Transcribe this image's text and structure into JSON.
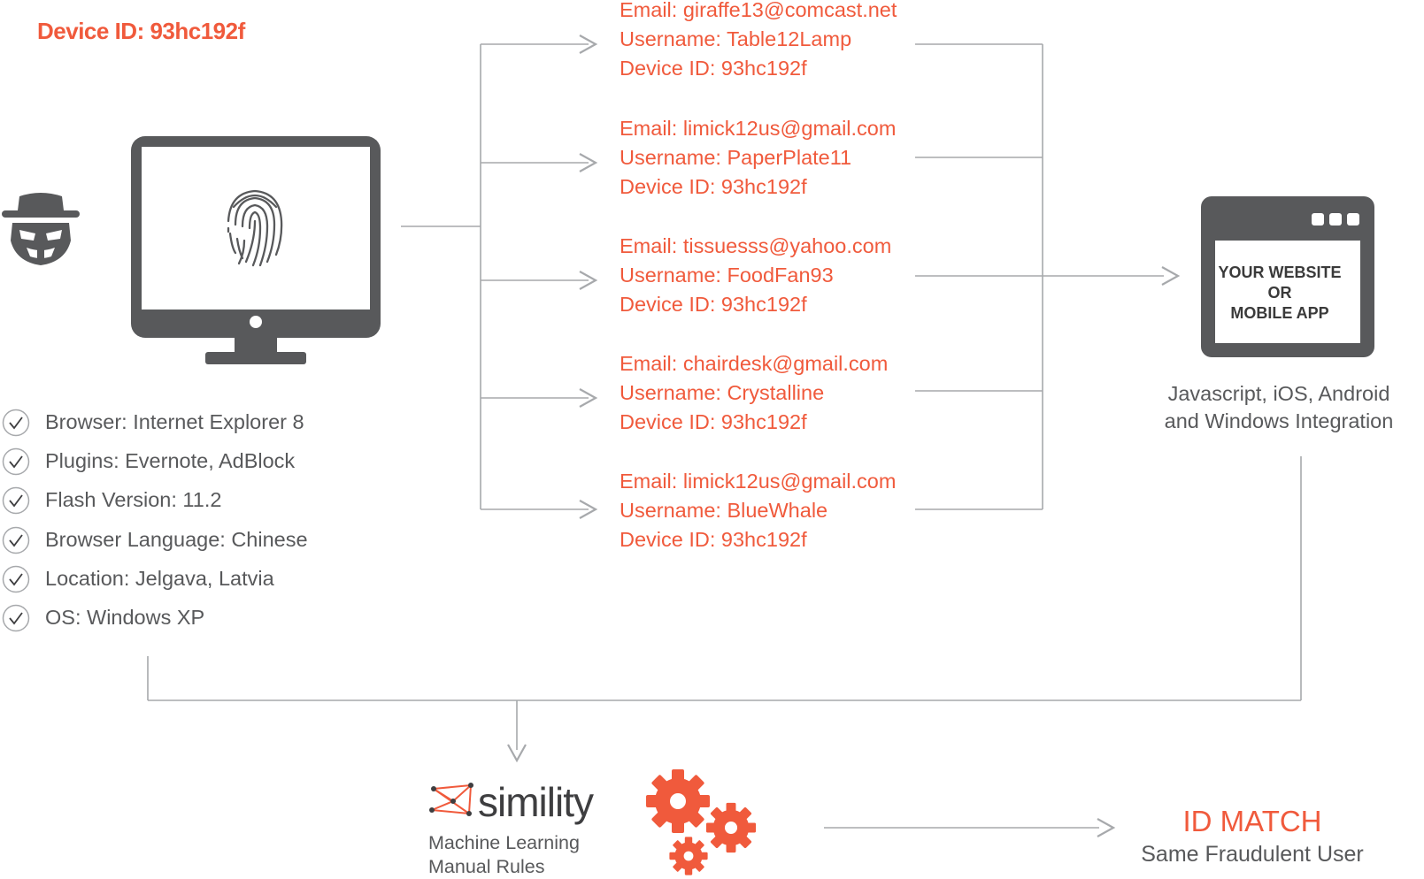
{
  "device_title": "Device ID: 93hc192f",
  "accounts": [
    {
      "email": "Email: giraffe13@comcast.net",
      "username": "Username: Table12Lamp",
      "device": "Device ID: 93hc192f"
    },
    {
      "email": "Email: limick12us@gmail.com",
      "username": "Username: PaperPlate11",
      "device": "Device ID: 93hc192f"
    },
    {
      "email": "Email: tissuesss@yahoo.com",
      "username": "Username: FoodFan93",
      "device": "Device ID: 93hc192f"
    },
    {
      "email": "Email: chairdesk@gmail.com",
      "username": "Username: Crystalline",
      "device": "Device ID: 93hc192f"
    },
    {
      "email": "Email: limick12us@gmail.com",
      "username": "Username: BlueWhale",
      "device": "Device ID: 93hc192f"
    }
  ],
  "attributes": [
    "Browser: Internet Explorer 8",
    "Plugins: Evernote, AdBlock",
    "Flash Version: 11.2",
    "Browser Language: Chinese",
    "Location: Jelgava, Latvia",
    "OS: Windows XP"
  ],
  "app_box": {
    "line1": "YOUR WEBSITE",
    "line2": "OR",
    "line3": "MOBILE APP"
  },
  "integration": {
    "line1": "Javascript, iOS, Android",
    "line2": "and Windows Integration"
  },
  "simility": {
    "logo_text": "simility",
    "line1": "Machine Learning",
    "line2": "Manual Rules"
  },
  "result": {
    "title": "ID MATCH",
    "subtitle": "Same Fraudulent User"
  },
  "icons": [
    "fraudster-icon",
    "monitor-icon",
    "fingerprint-icon",
    "check-circle-icon",
    "browser-window-icon",
    "simility-logo-icon",
    "gears-icon"
  ],
  "colors": {
    "accent": "#f05a3c",
    "icon_gray": "#58595b",
    "line_gray": "#a7a9ac"
  }
}
